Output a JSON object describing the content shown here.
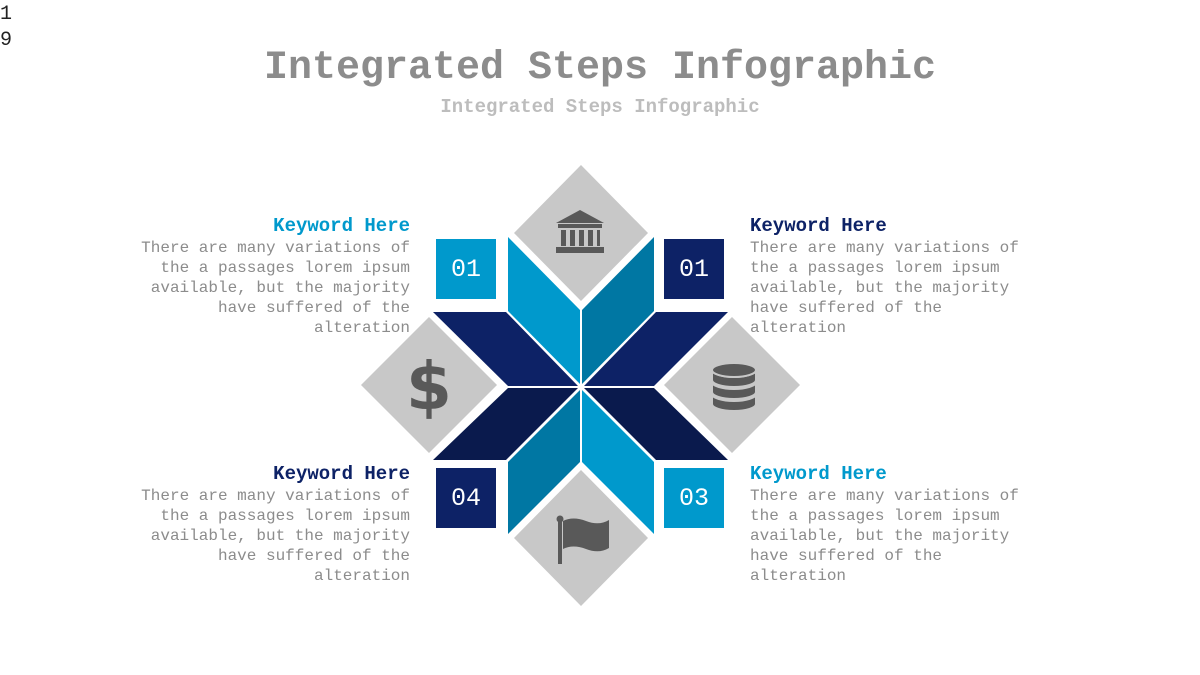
{
  "slide_number": "19",
  "title": "Integrated Steps Infographic",
  "subtitle": "Integrated Steps Infographic",
  "colors": {
    "title": "#8c8c8c",
    "subtitle": "#bdbdbd",
    "light_blue": "#0099cc",
    "mid_blue": "#0077a3",
    "navy": "#0d2266",
    "dark_navy": "#0a1a4d",
    "diamond_gray": "#c8c8c8",
    "icon_gray": "#595959"
  },
  "steps": [
    {
      "number": "01",
      "keyword": "Keyword Here",
      "description": "There are many variations of\nthe a passages lorem ipsum\navailable, but the majority\nhave suffered  of the\nalteration",
      "icon": "bank-icon"
    },
    {
      "number": "01",
      "keyword": "Keyword Here",
      "description": "There are many variations of\nthe a passages lorem ipsum\navailable, but the majority\nhave suffered  of the\nalteration",
      "icon": "database-icon"
    },
    {
      "number": "03",
      "keyword": "Keyword Here",
      "description": "There are many variations of\nthe a passages lorem ipsum\navailable, but the majority\nhave suffered  of the\nalteration",
      "icon": "flag-icon"
    },
    {
      "number": "04",
      "keyword": "Keyword Here",
      "description": "There are many variations of\nthe a passages lorem ipsum\navailable, but the majority\nhave suffered  of the\nalteration",
      "icon": "dollar-icon"
    }
  ]
}
